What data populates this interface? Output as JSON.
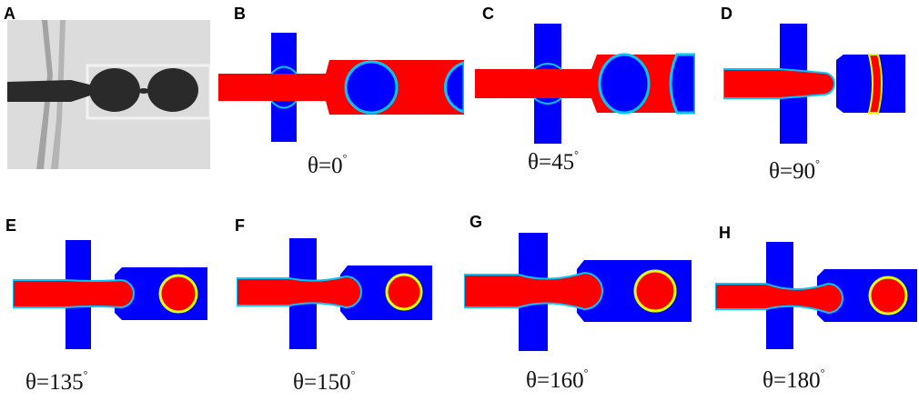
{
  "panels": [
    {
      "label": "A"
    },
    {
      "label": "B",
      "caption": "θ=0",
      "caption_sup": "°"
    },
    {
      "label": "C",
      "caption": "θ=45",
      "caption_sup": "°"
    },
    {
      "label": "D",
      "caption": "θ=90",
      "caption_sup": "°"
    },
    {
      "label": "E",
      "caption": "θ=135",
      "caption_sup": "°"
    },
    {
      "label": "F",
      "caption": "θ=150",
      "caption_sup": "°"
    },
    {
      "label": "G",
      "caption": "θ=160",
      "caption_sup": "°"
    },
    {
      "label": "H",
      "caption": "θ=180",
      "caption_sup": "°"
    }
  ],
  "colors": {
    "dispersed_phase": "#ff0000",
    "continuous_phase": "#0000ff",
    "interface_outer": "#00c8ff",
    "interface_inner": "#e0ff00",
    "photo_background": "#d9d9d9",
    "photo_droplet": "#2a2a2a"
  }
}
